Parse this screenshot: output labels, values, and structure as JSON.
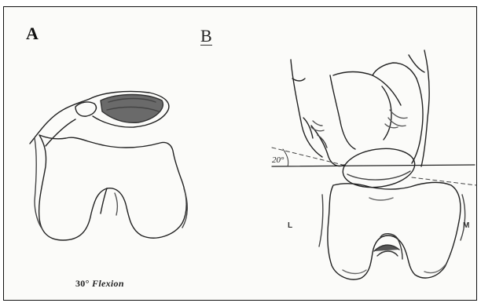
{
  "panels": {
    "a_label": "A",
    "b_label": "B"
  },
  "caption": {
    "degrees": "30°",
    "word": "Flexion"
  },
  "annotations": {
    "angle": "20°",
    "lateral": "L",
    "medial": "M"
  }
}
